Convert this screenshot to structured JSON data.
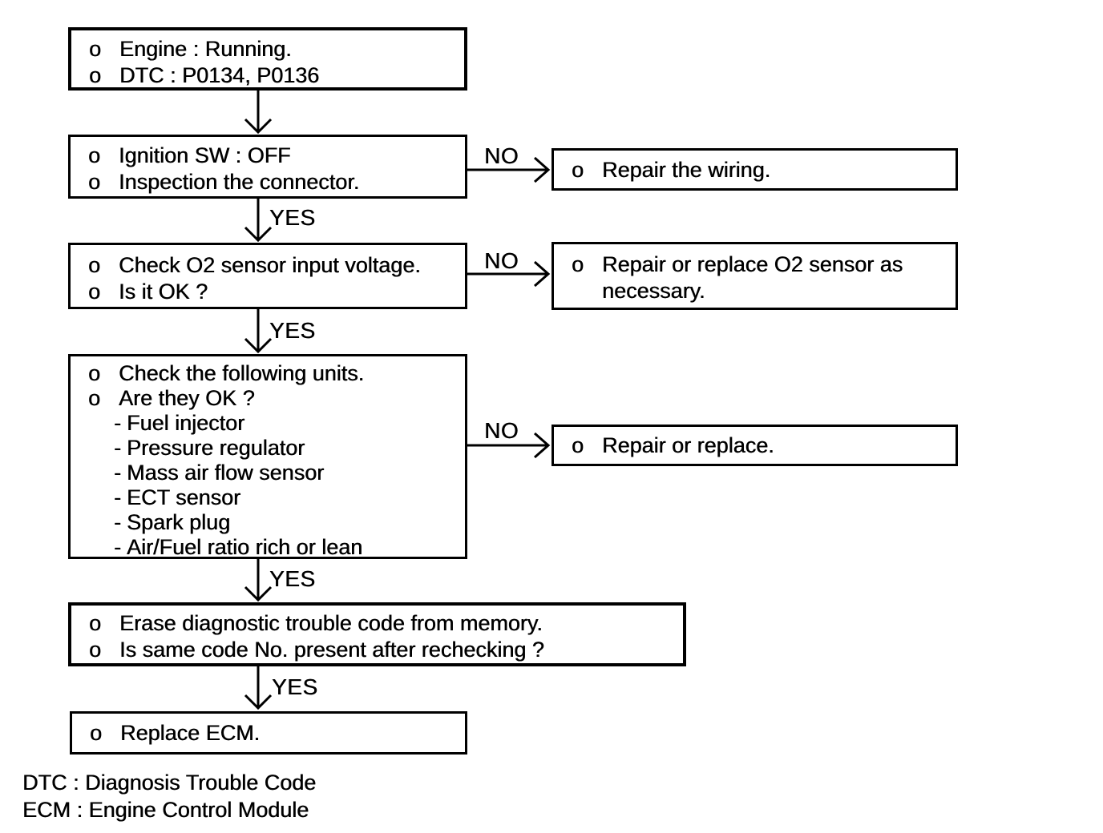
{
  "colors": {
    "ink": "#000000",
    "paper": "#ffffff"
  },
  "labels": {
    "yes": "YES",
    "no": "NO"
  },
  "boxes": {
    "engine_running": {
      "rows": [
        {
          "marker": "o",
          "text": "Engine : Running."
        },
        {
          "marker": "o",
          "text": "DTC : P0134, P0136"
        }
      ]
    },
    "ignition_sw": {
      "rows": [
        {
          "marker": "o",
          "text": "Ignition SW : OFF"
        },
        {
          "marker": "o",
          "text": "Inspection the connector."
        }
      ]
    },
    "repair_wiring": {
      "rows": [
        {
          "marker": "o",
          "text": "Repair the wiring."
        }
      ]
    },
    "check_o2": {
      "rows": [
        {
          "marker": "o",
          "text": "Check O2 sensor input voltage."
        },
        {
          "marker": "o",
          "text": "Is it OK ?"
        }
      ]
    },
    "repair_o2": {
      "rows": [
        {
          "marker": "o",
          "text": "Repair or replace O2 sensor as necessary."
        }
      ]
    },
    "check_units": {
      "rows": [
        {
          "marker": "o",
          "text": "Check the following units."
        },
        {
          "marker": "o",
          "text": "Are they OK ?"
        },
        {
          "marker": "-",
          "text": "Fuel injector"
        },
        {
          "marker": "-",
          "text": "Pressure regulator"
        },
        {
          "marker": "-",
          "text": "Mass air flow sensor"
        },
        {
          "marker": "-",
          "text": "ECT sensor"
        },
        {
          "marker": "-",
          "text": "Spark plug"
        },
        {
          "marker": "-",
          "text": "Air/Fuel ratio rich or lean"
        }
      ]
    },
    "repair_or_replace": {
      "rows": [
        {
          "marker": "o",
          "text": "Repair or replace."
        }
      ]
    },
    "erase_dtc": {
      "rows": [
        {
          "marker": "o",
          "text": "Erase diagnostic trouble code from memory."
        },
        {
          "marker": "o",
          "text": "Is same code No. present after rechecking ?"
        }
      ]
    },
    "replace_ecm": {
      "rows": [
        {
          "marker": "o",
          "text": "Replace ECM."
        }
      ]
    }
  },
  "footnotes": [
    "DTC : Diagnosis Trouble Code",
    "ECM : Engine Control Module"
  ]
}
